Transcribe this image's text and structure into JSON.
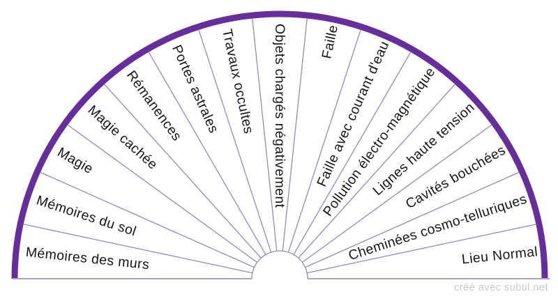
{
  "chart_title": "",
  "sectors": [
    "Mémoires des murs",
    "Mémoires du sol",
    "Magie",
    "Magie cachée",
    "Rémanences",
    "Portes astrales",
    "Travaux occultes",
    "Objets chargés négativement",
    "Faille",
    "Faille avec courant d'eau",
    "Pollution électro-magnétique",
    "Lignes haute tension",
    "Cavités bouchées",
    "Cheminées cosmo-telluriques",
    "Lieu Normal"
  ],
  "watermark": "créé avec subtil.net",
  "colors": {
    "arc": "#662E9B",
    "line": "#9488C1",
    "baseline": "#ABA2C9",
    "text": "#161616",
    "watermark": "#C9C9CD"
  }
}
